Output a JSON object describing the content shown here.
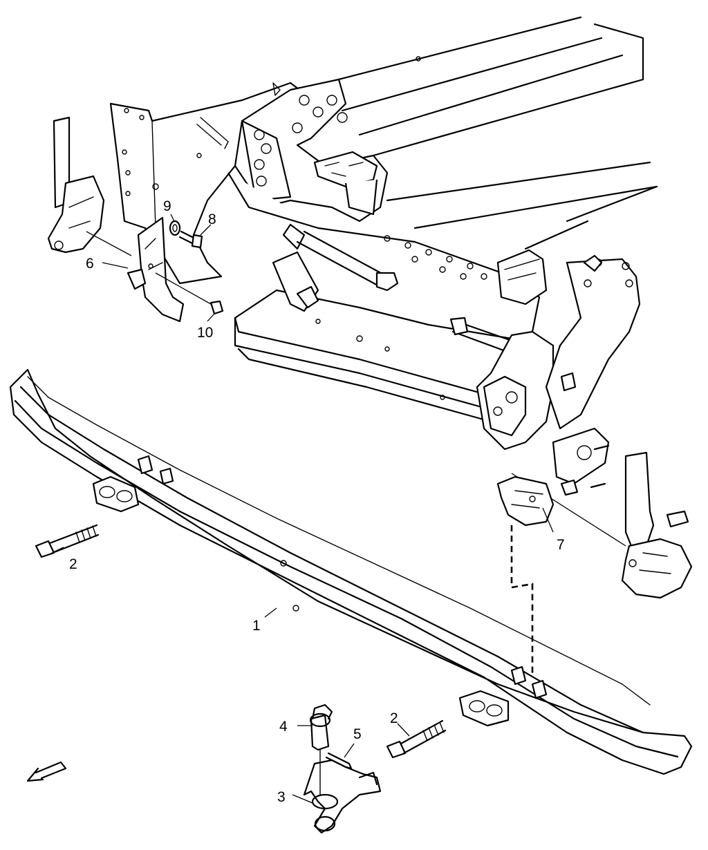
{
  "callouts": {
    "c1": "1",
    "c2a": "2",
    "c2b": "2",
    "c3": "3",
    "c4": "4",
    "c5": "5",
    "c6": "6",
    "c7": "7",
    "c8": "8",
    "c9": "9",
    "c10": "10"
  },
  "icons": {
    "direction_arrow": "front-direction-arrow-icon"
  },
  "colors": {
    "line": "#000000",
    "background": "#ffffff"
  }
}
